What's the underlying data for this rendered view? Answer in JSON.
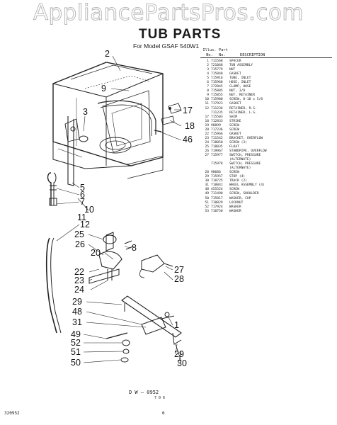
{
  "watermark": "AppliancePartsPros.com",
  "title": "TUB PARTS",
  "subtitle": "For Model GSAF 540W1",
  "table": {
    "header_row1": [
      "Illus.",
      "Part",
      ""
    ],
    "header_row2": [
      "No.",
      "No.",
      "DESCRIPTION"
    ],
    "rows": [
      [
        "1",
        "711568",
        "SPACER"
      ],
      [
        "2",
        "721068",
        "TUB ASSEMBLY"
      ],
      [
        "3",
        "715779",
        "NUT"
      ],
      [
        "4",
        "715840",
        "GASKET"
      ],
      [
        "5",
        "715916",
        "TUBE, INLET"
      ],
      [
        "6",
        "715960",
        "HOSE, INLET"
      ],
      [
        "7",
        "272845",
        "CLAMP, HOSE"
      ],
      [
        "8",
        "715885",
        "NUT, 3/8"
      ],
      [
        "9",
        "715855",
        "NUT, RETAINER"
      ],
      [
        "10",
        "715900",
        "SCREW, 8-18 x 5/8"
      ],
      [
        "11",
        "717923",
        "GASKET"
      ],
      [
        "12",
        "711236",
        "RETAINER, R.S."
      ],
      [
        "",
        "711235",
        "RETAINER, L.S."
      ],
      [
        "17",
        "715503",
        "SHIM"
      ],
      [
        "18",
        "712833",
        "STRIKE"
      ],
      [
        "19",
        "98099",
        "SCREW"
      ],
      [
        "20",
        "717236",
        "SCREW"
      ],
      [
        "22",
        "715966",
        "GASKET"
      ],
      [
        "23",
        "711542",
        "BRACKET, OVERFLOW"
      ],
      [
        "24",
        "718050",
        "SCREW (3)"
      ],
      [
        "25",
        "718035",
        "FLOAT"
      ],
      [
        "26",
        "719967",
        "STANDPIPE, OVERFLOW"
      ],
      [
        "27",
        "715977",
        "SWITCH, PRESSURE"
      ],
      [
        "",
        "",
        "(ALTERNATE)"
      ],
      [
        "",
        "715978",
        "SWITCH, PRESSURE"
      ],
      [
        "",
        "",
        "(ALTERNATE)"
      ],
      [
        "28",
        "98686",
        "SCREW"
      ],
      [
        "29",
        "715957",
        "STOP (4)"
      ],
      [
        "30",
        "718725",
        "TRACK (2)"
      ],
      [
        "31",
        "718841",
        "WHEEL ASSEMBLY (4)"
      ],
      [
        "48",
        "455524",
        "SCREW"
      ],
      [
        "49",
        "711490",
        "SCREW, SHOULDER"
      ],
      [
        "50",
        "715817",
        "WASHER, CUP"
      ],
      [
        "51",
        "718829",
        "LOCKNUT"
      ],
      [
        "52",
        "717924",
        "WASHER"
      ],
      [
        "53",
        "718750",
        "WASHER"
      ]
    ]
  },
  "callouts": [
    "2",
    "9",
    "3",
    "17",
    "18",
    "46",
    "5",
    "6",
    "7",
    "10",
    "11",
    "12",
    "25",
    "26",
    "20",
    "8",
    "22",
    "23",
    "24",
    "27",
    "28",
    "29",
    "48",
    "31",
    "1",
    "49",
    "52",
    "51",
    "50",
    "29",
    "30"
  ],
  "figure_number": "D W — 0952",
  "figure_sub": "7 0 6",
  "doc_number": "320952",
  "page_number": "6"
}
